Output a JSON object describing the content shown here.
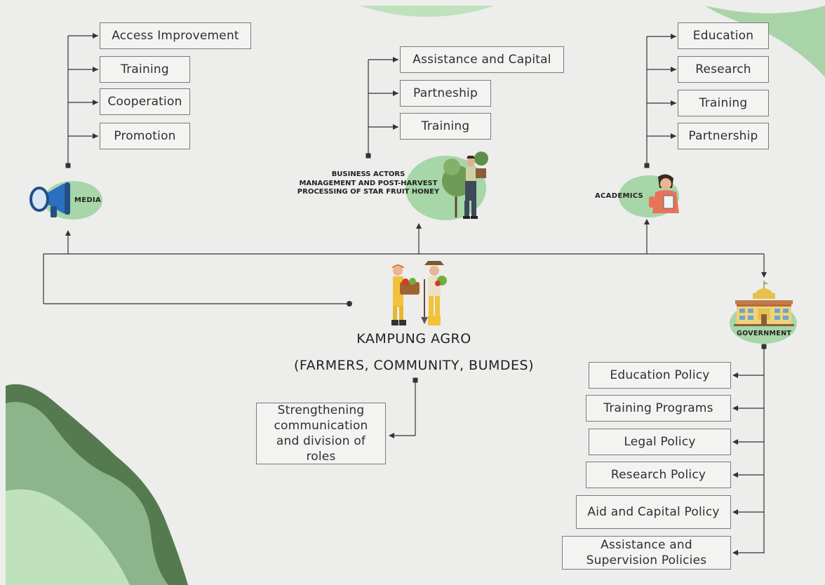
{
  "center": {
    "title": "KAMPUNG AGRO",
    "subtitle": "(FARMERS, COMMUNITY, BUMDES)",
    "note": "Strengthening communication and division of roles"
  },
  "actors": {
    "media": "MEDIA",
    "business": "BUSINESS ACTORS MANAGEMENT AND POST-HARVEST PROCESSING OF STAR FRUIT HONEY",
    "business_lines": [
      "BUSINESS ACTORS",
      "MANAGEMENT AND POST-HARVEST",
      "PROCESSING OF STAR FRUIT HONEY"
    ],
    "academics": "ACADEMICS",
    "government": "GOVERNMENT"
  },
  "media_items": [
    "Access Improvement",
    "Training",
    "Cooperation",
    "Promotion"
  ],
  "business_items": [
    "Assistance and Capital",
    "Partneship",
    "Training"
  ],
  "academics_items": [
    "Education",
    "Research",
    "Training",
    "Partnership"
  ],
  "government_items": [
    "Education Policy",
    "Training Programs",
    "Legal Policy",
    "Research Policy",
    "Aid and Capital Policy",
    "Assistance and Supervision Policies"
  ],
  "colors": {
    "background": "#ededec",
    "ellipse": "#a7d6a8",
    "deco_dark": "#557a4f",
    "deco_mid": "#8cb58c",
    "deco_light": "#bfe2bd",
    "line": "#333333"
  },
  "icons": [
    "megaphone-icon",
    "gardener-icon",
    "academic-person-icon",
    "government-building-icon",
    "farmers-icon"
  ]
}
